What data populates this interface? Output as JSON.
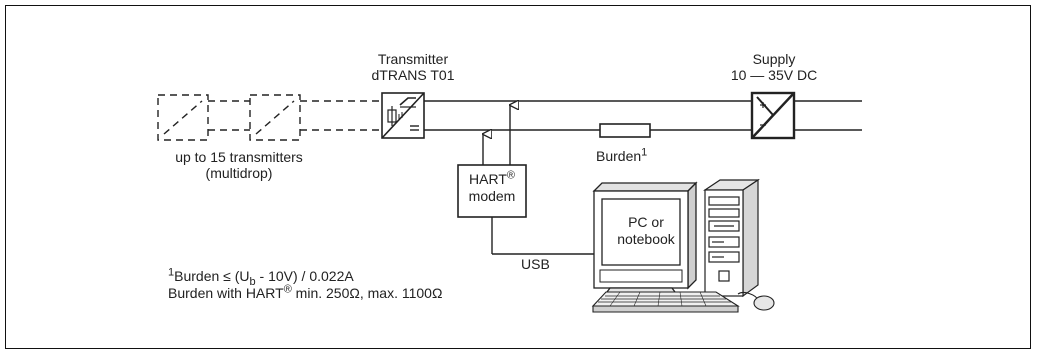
{
  "transmitter": {
    "line1": "Transmitter",
    "line2": "dTRANS T01"
  },
  "supply": {
    "line1": "Supply",
    "line2": "10 — 35V DC"
  },
  "multidrop": {
    "line1": "up to 15 transmitters",
    "line2": "(multidrop)"
  },
  "burden": {
    "label": "Burden",
    "footnote_mark": "1"
  },
  "modem": {
    "line1": "HART",
    "line2": "modem",
    "mark": "®"
  },
  "pc": {
    "line1": "PC or",
    "line2": "notebook"
  },
  "usb": {
    "label": "USB"
  },
  "footnote": {
    "mark": "1",
    "line1_a": "Burden ≤ (U",
    "line1_sub": "b",
    "line1_b": " - 10V) / 0.022A",
    "line2_a": "Burden with HART",
    "line2_mark": "®",
    "line2_b": " min. 250Ω, max. 1100Ω"
  }
}
